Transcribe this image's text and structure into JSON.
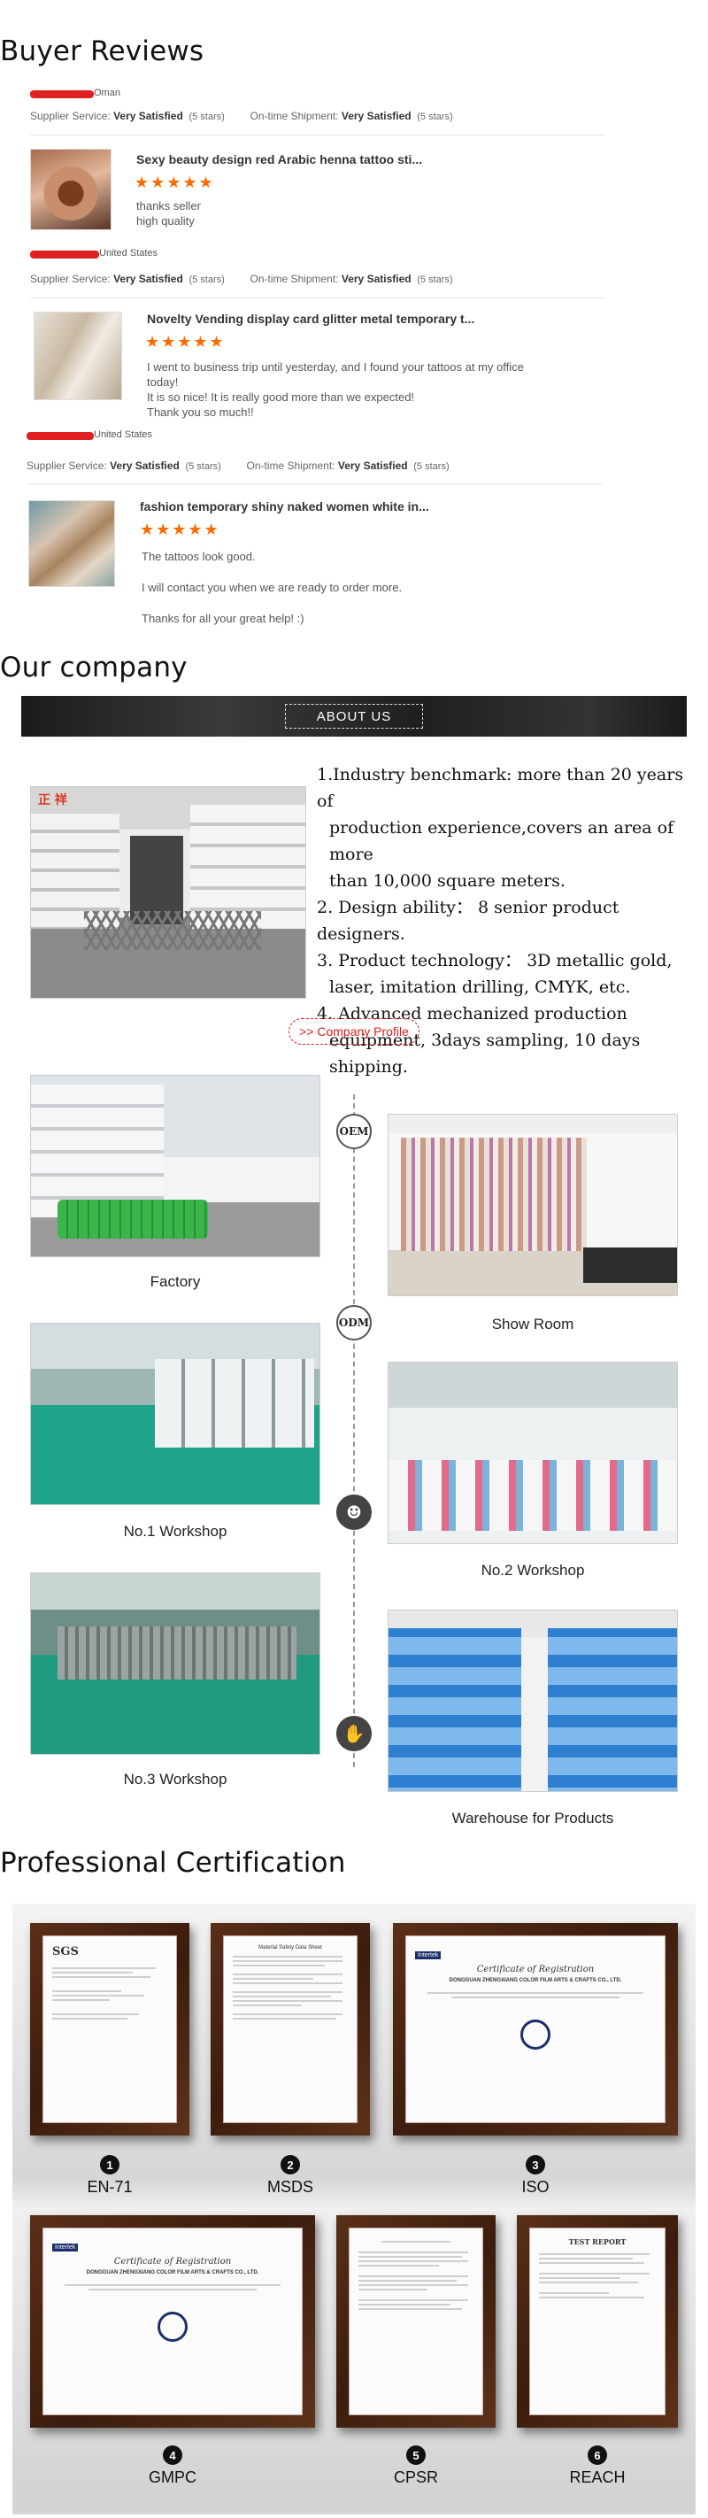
{
  "buyer_reviews": {
    "heading": "Buyer Reviews",
    "reviews": [
      {
        "country": "Oman",
        "supplier_label": "Supplier Service:",
        "supplier_value": "Very Satisfied",
        "supplier_stars": "(5 stars)",
        "shipment_label": "On-time Shipment:",
        "shipment_value": "Very Satisfied",
        "shipment_stars": "(5 stars)",
        "product_title": "Sexy beauty design red Arabic henna tattoo sti...",
        "rating": 5,
        "comment": [
          "thanks seller",
          "high quality"
        ]
      },
      {
        "country": "United States",
        "supplier_label": "Supplier Service:",
        "supplier_value": "Very Satisfied",
        "supplier_stars": "(5 stars)",
        "shipment_label": "On-time Shipment:",
        "shipment_value": "Very Satisfied",
        "shipment_stars": "(5 stars)",
        "product_title": "Novelty Vending display card glitter metal temporary t...",
        "rating": 5,
        "comment": [
          "I went to business trip until yesterday, and I found your tattoos at my office today!",
          "It is so nice! It is really good more than we expected!",
          "Thank you so much!!"
        ]
      },
      {
        "country": "United States",
        "supplier_label": "Supplier Service:",
        "supplier_value": "Very Satisfied",
        "supplier_stars": "(5 stars)",
        "shipment_label": "On-time Shipment:",
        "shipment_value": "Very Satisfied",
        "shipment_stars": "(5 stars)",
        "product_title": "fashion temporary shiny naked women white in...",
        "rating": 5,
        "comment": [
          "The tattoos look good.",
          "I will contact you when we are ready to order more.",
          "Thanks for all your great help! :)"
        ]
      }
    ]
  },
  "company": {
    "heading": "Our company",
    "about_label": "ABOUT US",
    "points": [
      "1.Industry benchmark: more than 20 years of",
      "production experience,covers an area of more",
      "than 10,000 square meters.",
      "2. Design ability： 8 senior product designers.",
      "3. Product technology： 3D metallic gold,",
      "laser, imitation drilling, CMYK, etc.",
      "4. Advanced mechanized production",
      "equipment, 3days sampling, 10 days",
      "shipping."
    ],
    "profile_button": ">> Company Profile",
    "circle_labels": [
      "OEM",
      "ODM"
    ],
    "captions": {
      "factory": "Factory",
      "show_room": "Show Room",
      "workshop1": "No.1 Workshop",
      "workshop2": "No.2 Workshop",
      "workshop3": "No.3 Workshop",
      "warehouse": "Warehouse for Products"
    },
    "sign_text": "正 祥"
  },
  "certification": {
    "heading": "Professional Certification",
    "certs": [
      {
        "num": "1",
        "label": "EN-71"
      },
      {
        "num": "2",
        "label": "MSDS"
      },
      {
        "num": "3",
        "label": "ISO"
      },
      {
        "num": "4",
        "label": "GMPC"
      },
      {
        "num": "5",
        "label": "CPSR"
      },
      {
        "num": "6",
        "label": "REACH"
      }
    ],
    "doc_texts": {
      "registration_title": "Certificate of Registration",
      "company_name": "DONGGUAN ZHENGXIANG COLOR FILM ARTS & CRAFTS CO., LTD.",
      "intertek": "Intertek",
      "sgs": "SGS",
      "msds_title": "Material Safety Data Sheet",
      "test_report": "TEST REPORT"
    }
  },
  "colors": {
    "star": "#ff6a00",
    "redact": "#e02020",
    "profile_red": "#d81e1e",
    "frame": "#4a2410"
  }
}
